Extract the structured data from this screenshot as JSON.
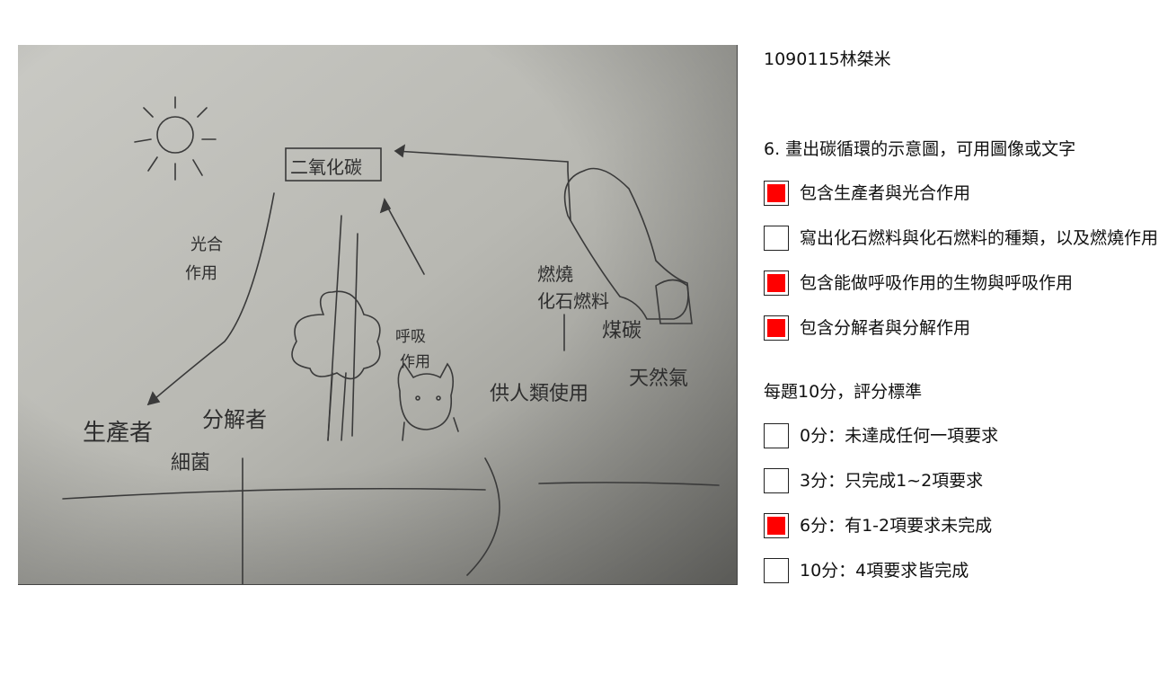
{
  "student_id": "1090115林桀米",
  "question": "6. 畫出碳循環的示意圖，可用圖像或文字",
  "criteria": [
    {
      "label": "包含生產者與光合作用",
      "checked": true
    },
    {
      "label": "寫出化石燃料與化石燃料的種類，以及燃燒作用",
      "checked": false
    },
    {
      "label": "包含能做呼吸作用的生物與呼吸作用",
      "checked": true
    },
    {
      "label": "包含分解者與分解作用",
      "checked": true
    }
  ],
  "scoring_title": "每題10分，評分標準",
  "scores": [
    {
      "label": "0分：未達成任何一項要求",
      "checked": false
    },
    {
      "label": "3分：只完成1~2項要求",
      "checked": false
    },
    {
      "label": "6分：有1-2項要求未完成",
      "checked": true
    },
    {
      "label": "10分：4項要求皆完成",
      "checked": false
    }
  ],
  "drawing": {
    "co2": "二氧化碳",
    "photosynthesis_1": "光合",
    "photosynthesis_2": "作用",
    "respiration_1": "呼吸",
    "respiration_2": "作用",
    "burn_1": "燃燒",
    "burn_2": "化石燃料",
    "coal": "煤碳",
    "gas": "天然氣",
    "human_use": "供人類使用",
    "producer": "生產者",
    "decomposer": "分解者",
    "bacteria": "細菌"
  }
}
